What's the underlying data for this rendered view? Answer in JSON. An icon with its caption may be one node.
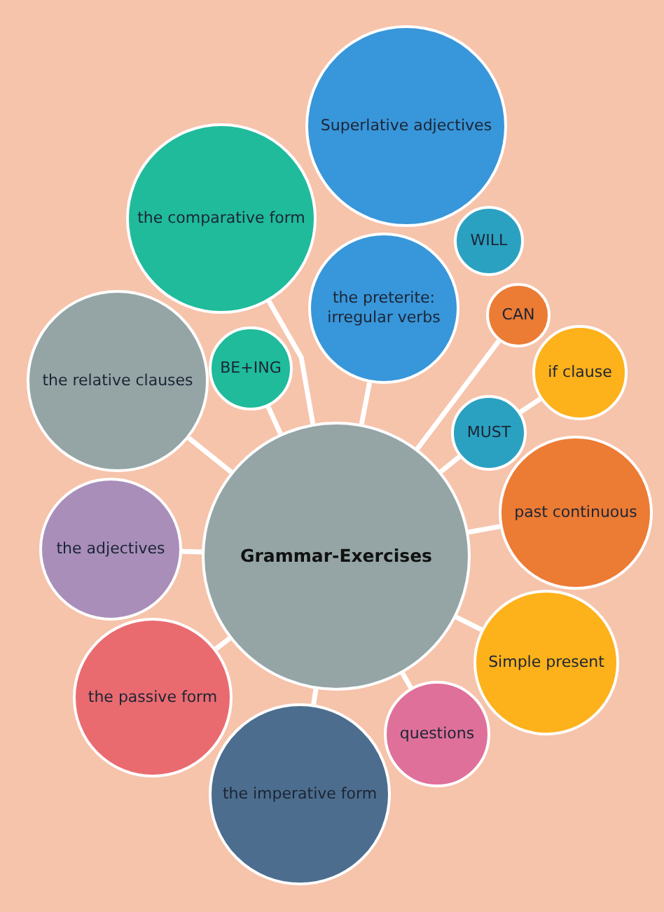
{
  "diagram": {
    "nodes": [
      {
        "text": [
          "Superlative adjectives"
        ]
      },
      {
        "text": [
          "the comparative form"
        ]
      },
      {
        "text": [
          "WILL"
        ]
      },
      {
        "text": [
          "the preterite: irregular verbs"
        ]
      },
      {
        "text": [
          "CAN"
        ]
      },
      {
        "text": [
          "BE+ING"
        ]
      },
      {
        "text": [
          "the relative clauses"
        ]
      },
      {
        "text": [
          "if clause"
        ]
      },
      {
        "text": [
          "MUST"
        ]
      },
      {
        "text": [
          "Grammar-Exercises"
        ]
      },
      {
        "text": [
          "past continuous"
        ]
      },
      {
        "text": [
          "the adjectives"
        ]
      },
      {
        "text": [
          "Simple present"
        ]
      },
      {
        "text": [
          "the passive form"
        ]
      },
      {
        "text": [
          "questions"
        ]
      },
      {
        "text": [
          "the imperative form"
        ]
      }
    ],
    "edges": [
      {
        "from": 9,
        "to": 1,
        "arrow": "none"
      },
      {
        "from": 9,
        "to": 3,
        "arrow": "none"
      },
      {
        "from": 9,
        "to": 4,
        "arrow": "none"
      },
      {
        "from": 9,
        "to": 5,
        "arrow": "none"
      },
      {
        "from": 9,
        "to": 6,
        "arrow": "none"
      },
      {
        "from": 8,
        "to": 7,
        "arrow": "none"
      },
      {
        "from": 9,
        "to": 8,
        "arrow": "none"
      },
      {
        "from": 9,
        "to": 10,
        "arrow": "none"
      },
      {
        "from": 9,
        "to": 11,
        "arrow": "none"
      },
      {
        "from": 9,
        "to": 12,
        "arrow": "none"
      },
      {
        "from": 9,
        "to": 13,
        "arrow": "none"
      },
      {
        "from": 9,
        "to": 14,
        "arrow": "none"
      },
      {
        "from": 9,
        "to": 15,
        "arrow": "none"
      }
    ]
  }
}
